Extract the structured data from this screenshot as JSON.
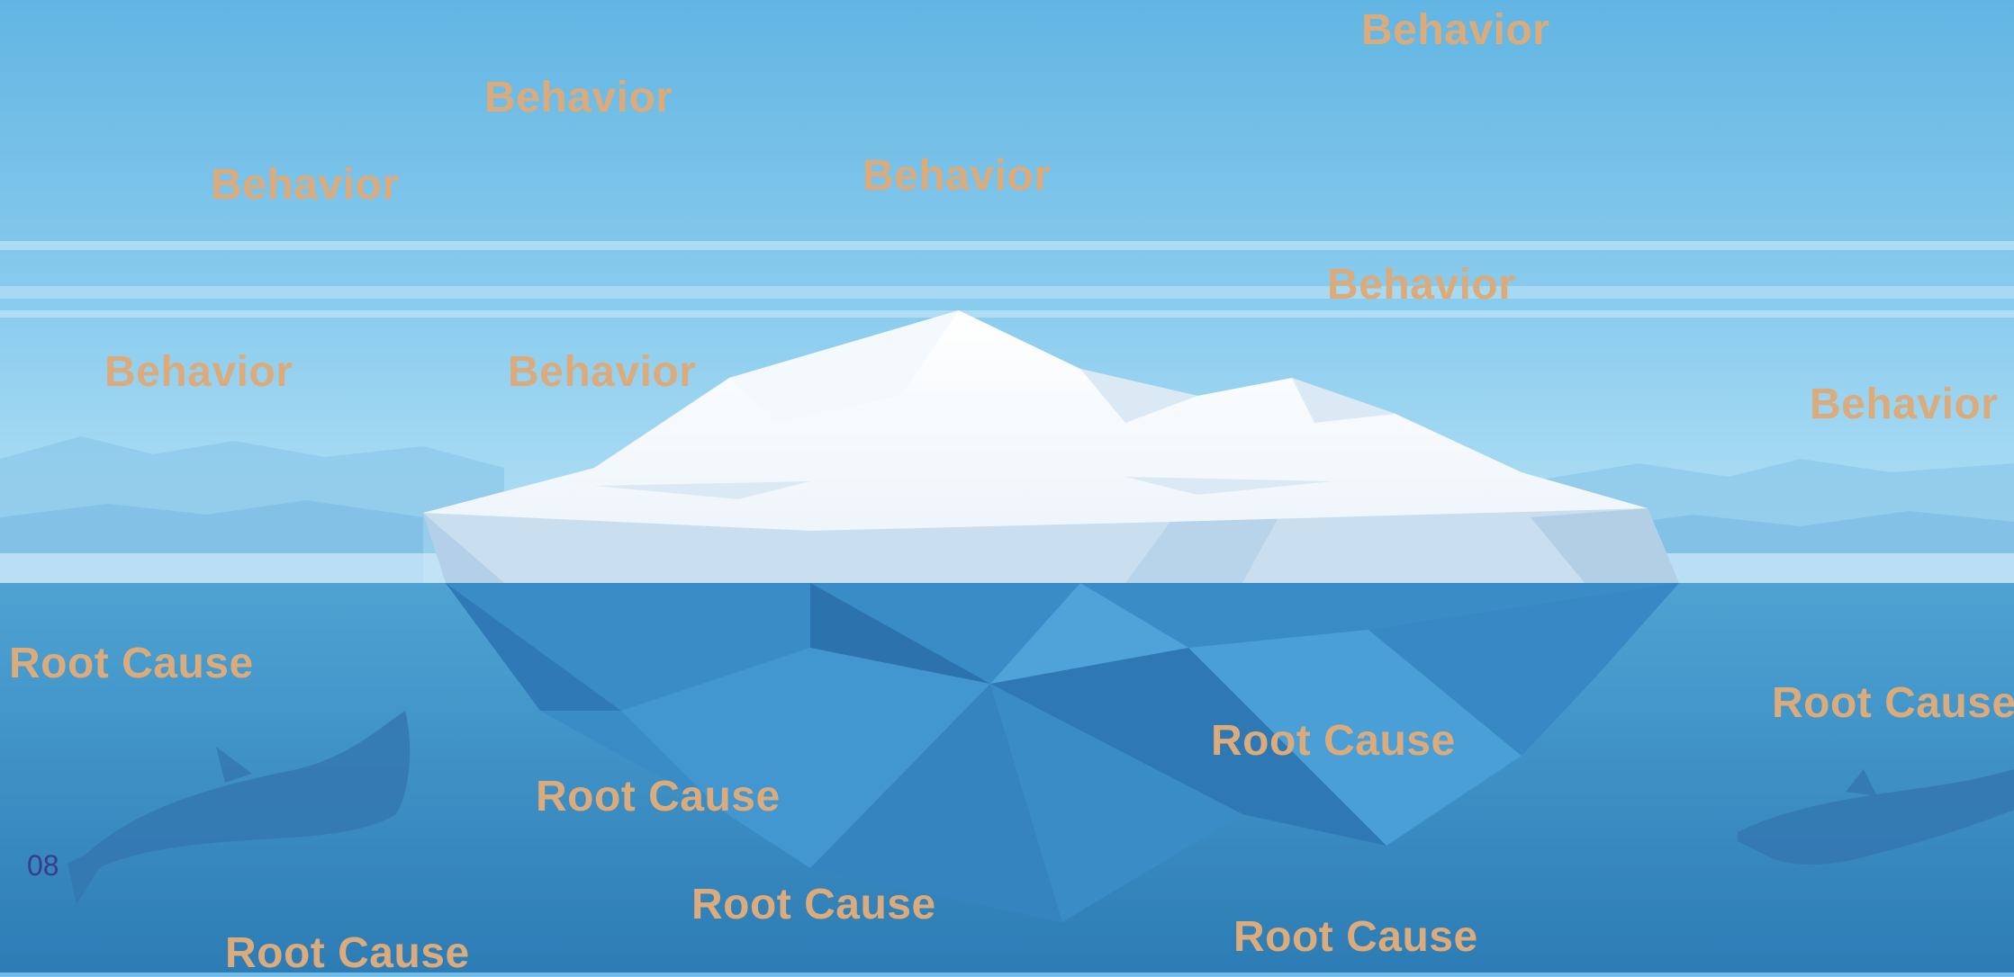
{
  "colors": {
    "label": "#dcab7b",
    "sky_top": "#66b8e4",
    "sky_horizon": "#a9dcf4",
    "water_top": "#4a9fd0",
    "water_bottom": "#2f7fb8",
    "ice_top": "#ffffff",
    "ice_side": "#c9dff0",
    "ice_underwater": "#3a8cc7",
    "whale": "#3477b0",
    "page_number": "#3b3a8c"
  },
  "page_number": "08",
  "behaviors": [
    "Behavior",
    "Behavior",
    "Behavior",
    "Behavior",
    "Behavior",
    "Behavior",
    "Behavior",
    "Behavior"
  ],
  "root_causes": [
    "Root Cause",
    "Root Cause",
    "Root Cause",
    "Root Cause",
    "Root Cause",
    "Root Cause",
    "Root Cause"
  ],
  "icons": [
    "iceberg-icon",
    "whale-icon",
    "mountains-icon"
  ]
}
